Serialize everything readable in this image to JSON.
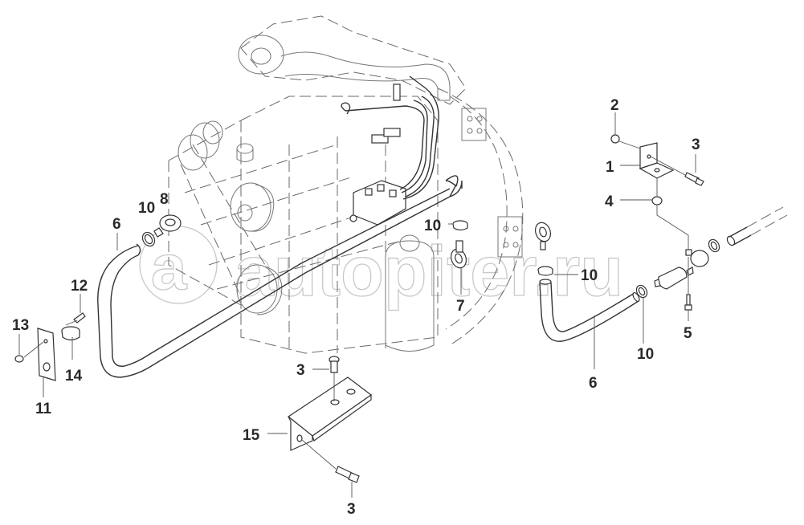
{
  "diagram": {
    "type": "exploded parts diagram",
    "subject": "engine fuel line / filter assembly",
    "watermark": "autopiter.ru",
    "watermark_logo_letter": "a",
    "callouts": [
      {
        "id": "c1",
        "label": "1"
      },
      {
        "id": "c2",
        "label": "2"
      },
      {
        "id": "c3a",
        "label": "3"
      },
      {
        "id": "c4",
        "label": "4"
      },
      {
        "id": "c5",
        "label": "5"
      },
      {
        "id": "c10a",
        "label": "10"
      },
      {
        "id": "c10b",
        "label": "10"
      },
      {
        "id": "c10c",
        "label": "10"
      },
      {
        "id": "c6b",
        "label": "6"
      },
      {
        "id": "c7",
        "label": "7"
      },
      {
        "id": "c6a",
        "label": "6"
      },
      {
        "id": "c10d",
        "label": "10"
      },
      {
        "id": "c8",
        "label": "8"
      },
      {
        "id": "c12",
        "label": "12"
      },
      {
        "id": "c13",
        "label": "13"
      },
      {
        "id": "c14",
        "label": "14"
      },
      {
        "id": "c11",
        "label": "11"
      },
      {
        "id": "c3b",
        "label": "3"
      },
      {
        "id": "c15",
        "label": "15"
      },
      {
        "id": "c3c",
        "label": "3"
      }
    ]
  }
}
